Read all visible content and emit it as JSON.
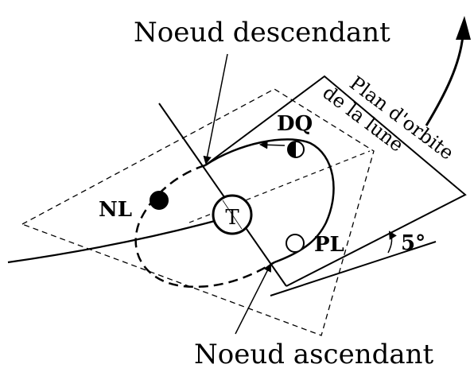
{
  "labels": {
    "noeud_descendant": "Noeud descendant",
    "noeud_ascendant": "Noeud ascendant",
    "plan_line1": "Plan d'orbite",
    "plan_line2": "de la lune",
    "dq": "DQ",
    "nl": "NL",
    "pl": "PL",
    "earth": "T",
    "angle": "5°"
  },
  "colors": {
    "ink": "#000000",
    "background": "#ffffff"
  },
  "icons": {
    "rotation": "curved-arrow-icon"
  }
}
